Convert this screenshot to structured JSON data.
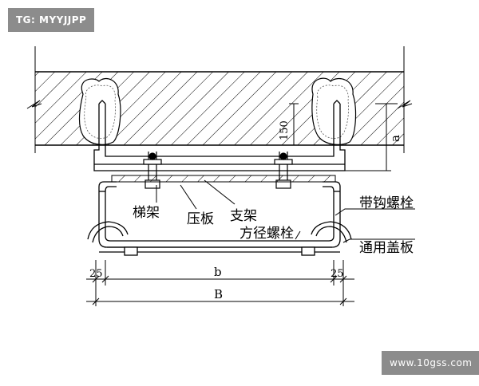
{
  "watermarks": {
    "top_left": "TG: MYYJJPP",
    "bottom_right": "www.10gss.com"
  },
  "labels": {
    "ladder_frame": "梯架",
    "pressure_plate": "压板",
    "support": "支架",
    "square_neck_bolt": "方径螺栓",
    "hook_bolt": "带钩螺栓",
    "general_cover": "通用盖板"
  },
  "dimensions": {
    "anchor_depth": "150",
    "a": "a",
    "b": "b",
    "B": "B",
    "edge_left": "25",
    "edge_right": "25"
  }
}
